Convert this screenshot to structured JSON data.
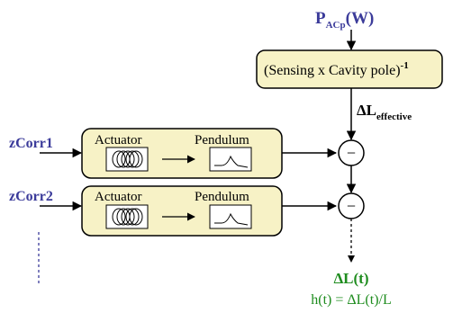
{
  "input_power": {
    "symbol": "P",
    "subscript": "ACp",
    "unit": "(W)"
  },
  "sensing_box": {
    "label": "(Sensing x Cavity pole)",
    "superscript": "-1"
  },
  "delta_l_effective": {
    "symbol": "ΔL",
    "subscript": "effective"
  },
  "channels": [
    {
      "input": "zCorr1",
      "actuator": "Actuator",
      "pendulum": "Pendulum"
    },
    {
      "input": "zCorr2",
      "actuator": "Actuator",
      "pendulum": "Pendulum"
    }
  ],
  "summing_symbol": "−",
  "output": {
    "delta_l": "ΔL(t)",
    "strain": "h(t) = ΔL(t)/L"
  },
  "colors": {
    "input_label": "#3b3b9a",
    "output_label": "#1e8c1e",
    "block_fill": "#f7f2c6",
    "sensing_fill": "#f7f2c6",
    "inner_box_fill": "#ffffff",
    "line": "#000000"
  }
}
